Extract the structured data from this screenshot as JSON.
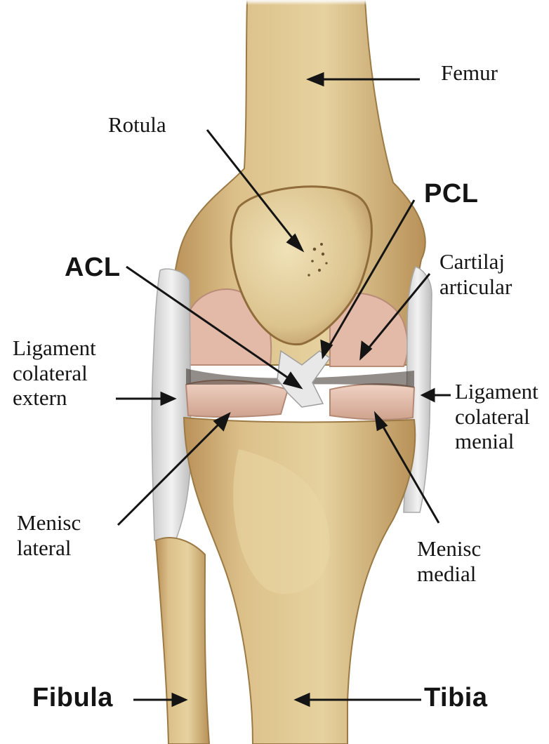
{
  "labels": {
    "femur": "Femur",
    "rotula": "Rotula",
    "pcl": "PCL",
    "acl": "ACL",
    "cartilaj": "Cartilaj\narticular",
    "lig_ext": "Ligament\ncolateral\nextern",
    "lig_med": "Ligament\ncolateral\nmenial",
    "menisc_lat": "Menisc\nlateral",
    "menisc_med": "Menisc\nmedial",
    "fibula": "Fibula",
    "tibia": "Tibia"
  },
  "colors": {
    "bone": "#ddc28a",
    "bone_shadow": "#b9955a",
    "cartilage": "#e2b7a6",
    "ligament": "#dcdcdc",
    "line": "#141414"
  }
}
